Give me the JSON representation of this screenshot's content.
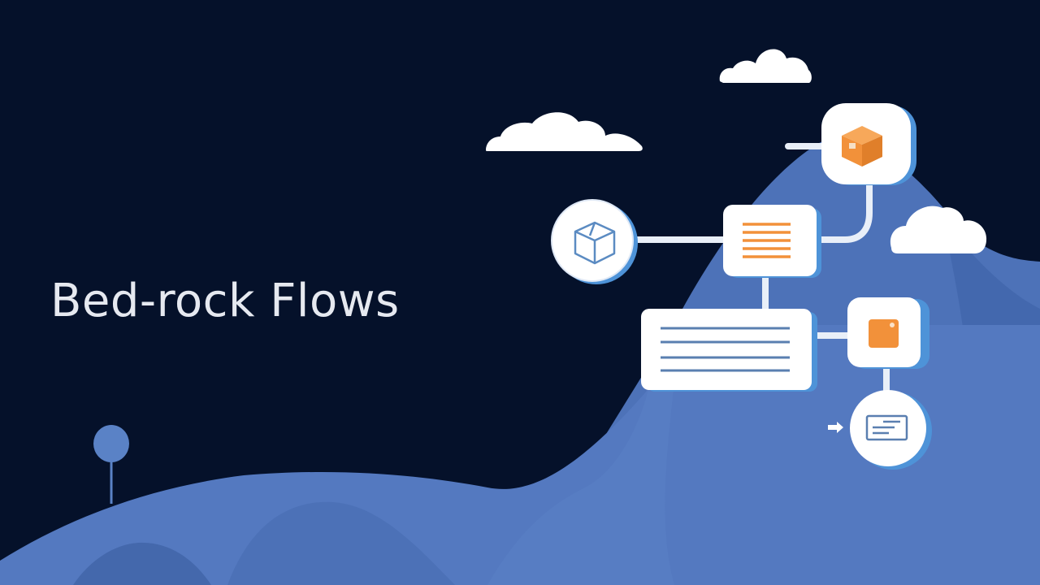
{
  "slide": {
    "title": "Bed-rock Flows"
  },
  "colors": {
    "background": "#05112a",
    "hill": "#4d74bb",
    "hill_dark": "#3f63a8",
    "node_fill": "#ffffff",
    "node_shadow": "#4e93d8",
    "accent_orange": "#f2913a",
    "icon_blue": "#5b8bc2",
    "line_blue": "#5a7fb0",
    "title_text": "#e6e9f0"
  },
  "diagram": {
    "nodes": [
      {
        "id": "cube-outline-node",
        "shape": "circle",
        "icon": "cube-outline-icon"
      },
      {
        "id": "orange-list-node",
        "shape": "rounded-square",
        "icon": "orange-lines-icon"
      },
      {
        "id": "orange-box-node",
        "shape": "rounded-square",
        "icon": "package-box-icon"
      },
      {
        "id": "text-block-node",
        "shape": "rounded-rect",
        "icon": "blue-lines-icon"
      },
      {
        "id": "orange-square-node",
        "shape": "rounded-square",
        "icon": "orange-square-icon"
      },
      {
        "id": "card-node",
        "shape": "circle",
        "icon": "card-icon"
      }
    ],
    "connections": [
      [
        "cube-outline-node",
        "orange-list-node"
      ],
      [
        "orange-list-node",
        "orange-box-node"
      ],
      [
        "orange-list-node",
        "text-block-node"
      ],
      [
        "text-block-node",
        "orange-square-node"
      ],
      [
        "orange-square-node",
        "card-node"
      ]
    ],
    "decorations": [
      "cloud-icon",
      "cloud-icon",
      "cloud-icon",
      "tree-icon",
      "arrow-icon"
    ]
  }
}
